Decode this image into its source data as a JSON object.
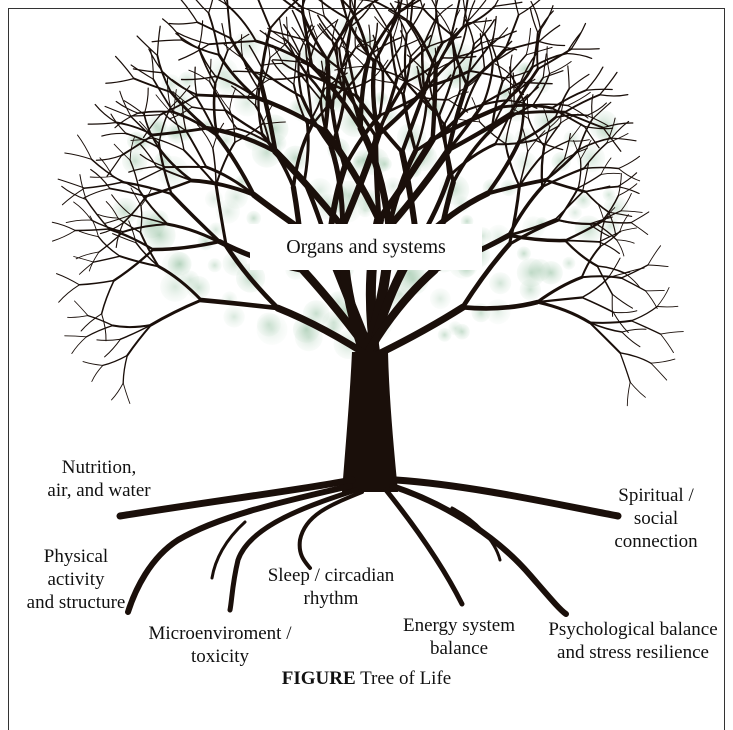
{
  "diagram": {
    "center_label": "Organs and systems",
    "root_labels": {
      "nutrition": [
        "Nutrition,",
        "air, and water"
      ],
      "physical": [
        "Physical",
        "activity",
        "and structure"
      ],
      "micro": [
        "Microenviroment /",
        "toxicity"
      ],
      "sleep": [
        "Sleep / circadian",
        "rhythm"
      ],
      "energy": [
        "Energy system",
        "balance"
      ],
      "psych": [
        "Psychological balance",
        "and stress resilience"
      ],
      "spiritual": [
        "Spiritual /",
        "social",
        "connection"
      ]
    },
    "colors": {
      "branch": "#1a0f0a",
      "leaf": "#9cc4a8",
      "text": "#111111"
    }
  },
  "caption": {
    "prefix": "FIGURE",
    "text": "Tree of Life"
  }
}
